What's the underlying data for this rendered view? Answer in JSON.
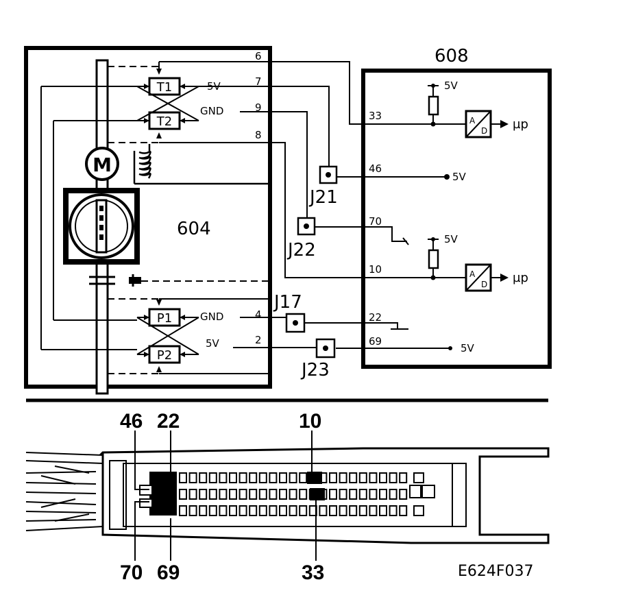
{
  "modules": {
    "throttle": "604",
    "ecu": "608"
  },
  "motor_label": "M",
  "sensors": {
    "t1": "T1",
    "t2": "T2",
    "p1": "P1",
    "p2": "P2"
  },
  "supply": {
    "v5": "5V",
    "gnd": "GND"
  },
  "left_wires": {
    "w6": "6",
    "w7": "7",
    "w9": "9",
    "w8": "8",
    "w4": "4",
    "w2": "2"
  },
  "junctions": {
    "j21": "J21",
    "j22": "J22",
    "j17": "J17",
    "j23": "J23"
  },
  "ecu_pins": {
    "p33": "33",
    "p46": "46",
    "p70": "70",
    "p10": "10",
    "p22": "22",
    "p69": "69"
  },
  "ecu_labels": {
    "ad_top": "A",
    "ad_bottom": "D",
    "mu_p": "µp",
    "v5": "5V"
  },
  "connector_pins": {
    "top_46": "46",
    "top_22": "22",
    "top_10": "10",
    "bottom_70": "70",
    "bottom_69": "69",
    "bottom_33": "33"
  },
  "figure_ref": "E624F037"
}
